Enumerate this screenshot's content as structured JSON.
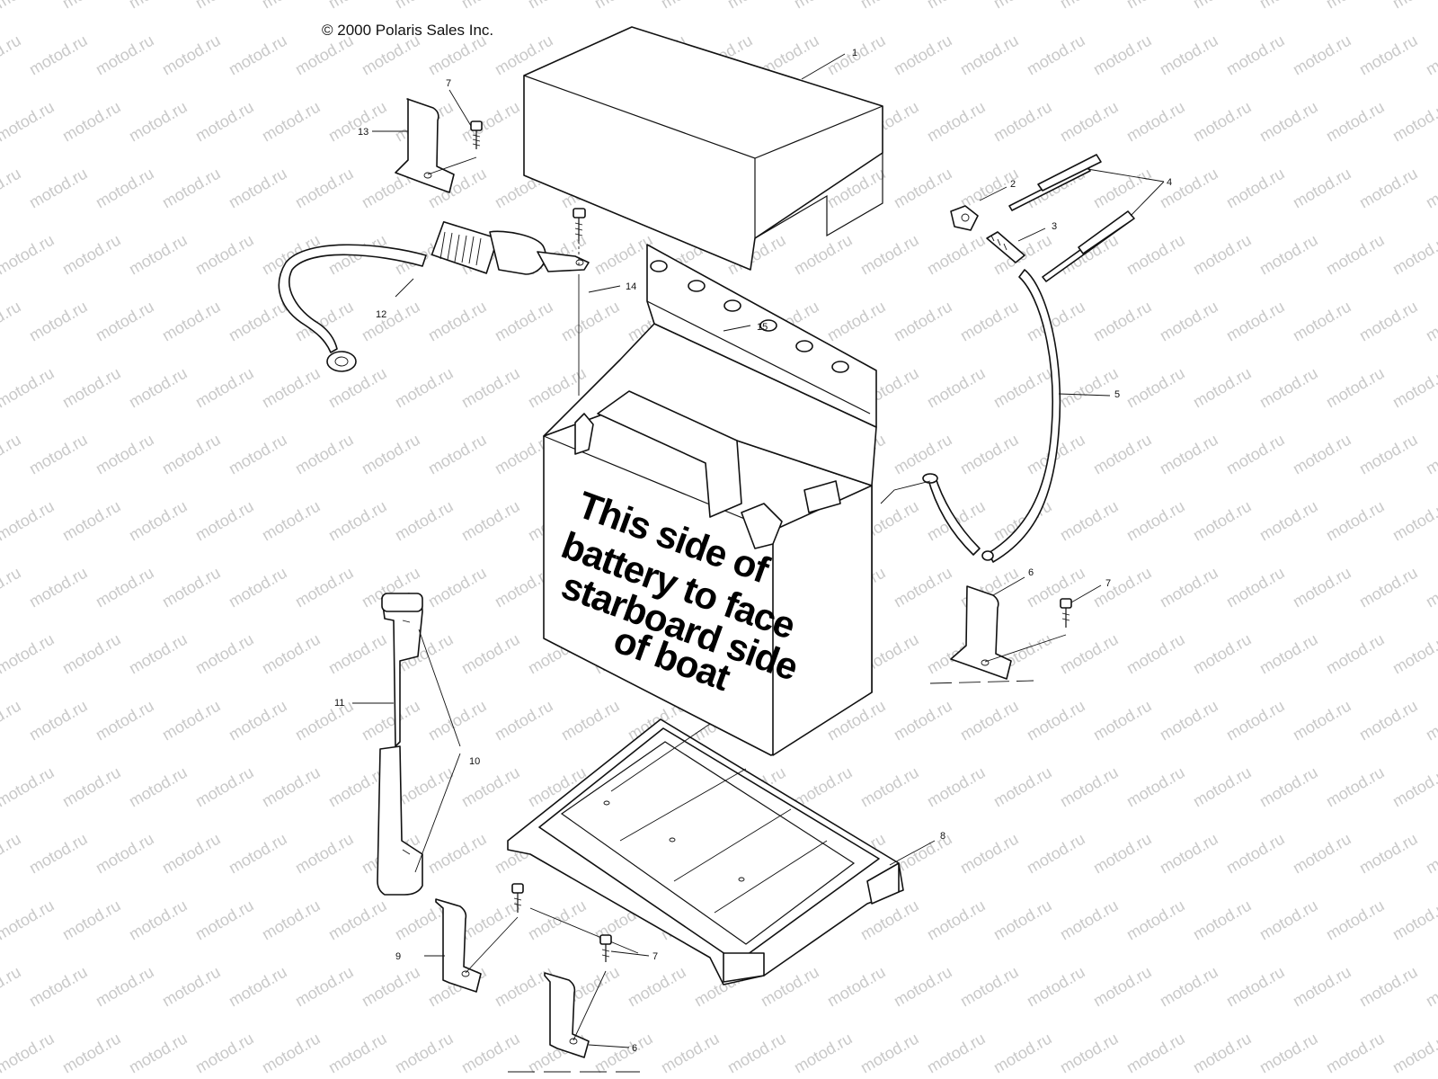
{
  "copyright": "© 2000 Polaris Sales Inc.",
  "watermark": "motod.ru",
  "battery_label": [
    "This side of",
    "battery to face",
    "starboard side",
    "of boat"
  ],
  "callouts": [
    {
      "id": "c1",
      "label": "1"
    },
    {
      "id": "c2",
      "label": "2"
    },
    {
      "id": "c3",
      "label": "3"
    },
    {
      "id": "c4",
      "label": "4"
    },
    {
      "id": "c5",
      "label": "5"
    },
    {
      "id": "c6a",
      "label": "6"
    },
    {
      "id": "c6b",
      "label": "6"
    },
    {
      "id": "c7a",
      "label": "7"
    },
    {
      "id": "c7b",
      "label": "7"
    },
    {
      "id": "c7c",
      "label": "7"
    },
    {
      "id": "c8",
      "label": "8"
    },
    {
      "id": "c9",
      "label": "9"
    },
    {
      "id": "c10",
      "label": "10"
    },
    {
      "id": "c11",
      "label": "11"
    },
    {
      "id": "c12",
      "label": "12"
    },
    {
      "id": "c13",
      "label": "13"
    },
    {
      "id": "c14",
      "label": "14"
    },
    {
      "id": "c15",
      "label": "15"
    }
  ]
}
